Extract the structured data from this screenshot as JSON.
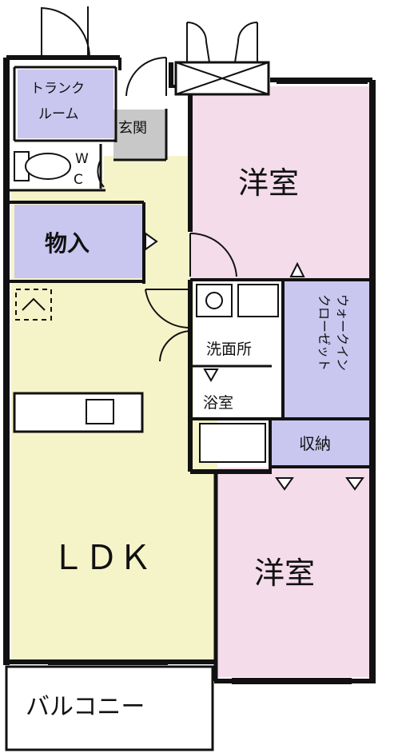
{
  "rooms": {
    "trunk_room": {
      "line1": "トランク",
      "line2": "ルーム"
    },
    "genkan": "玄関",
    "wc": {
      "line1": "W",
      "line2": "C"
    },
    "monoire": "物入",
    "senmenjo": "洗面所",
    "yokushitsu": "浴室",
    "walk_in_closet": {
      "line1": "ウォークイン",
      "line2": "クローゼット"
    },
    "shuno": "収納",
    "yoshitsu_upper": "洋室",
    "yoshitsu_lower": "洋室",
    "ldk": "ＬＤＫ",
    "balcony": "バルコニー"
  },
  "colors": {
    "wall": "#111111",
    "lavender": "#c9c6f0",
    "pink": "#f4dcea",
    "yellow": "#f5f3c8",
    "gray": "#c8c8c8",
    "floor_white": "#ffffff"
  }
}
